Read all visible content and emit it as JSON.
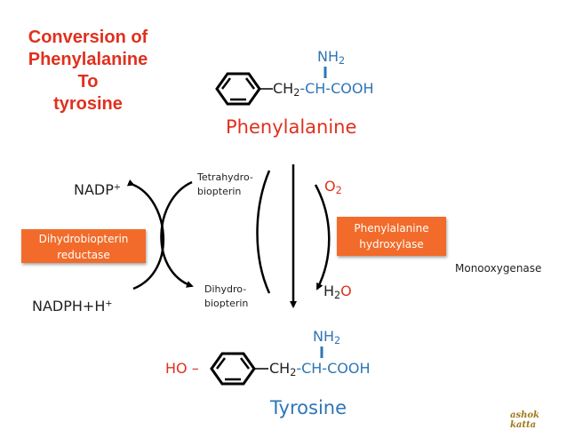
{
  "title": {
    "line1": "Conversion of",
    "line2": "Phenylalanine",
    "line3": "To",
    "line4": "tyrosine"
  },
  "phenylalanine": {
    "nh": "NH",
    "nh_sub": "2",
    "ch": "CH",
    "ch_sub": "2",
    "chain_rest": "-CH-COOH",
    "name": "Phenylalanine"
  },
  "tyrosine": {
    "ho": "HO –",
    "nh": "NH",
    "nh_sub": "2",
    "ch": "CH",
    "ch_sub": "2",
    "chain_rest": "-CH-COOH",
    "name": "Tyrosine"
  },
  "left_cycle": {
    "top": "NADP",
    "top_sup": "+",
    "bottom": "NADPH+H",
    "bottom_sup": "+",
    "enzyme_line1": "Dihydrobiopterin",
    "enzyme_line2": "reductase"
  },
  "cofactor": {
    "top_line1": "Tetrahydro-",
    "top_line2": "biopterin",
    "bottom_line1": "Dihydro-",
    "bottom_line2": "biopterin"
  },
  "right_cycle": {
    "o": "O",
    "o_sub": "2",
    "h": "H",
    "h_sub": "2",
    "h_tail": "O",
    "enzyme_line1": "Phenylalanine",
    "enzyme_line2": "hydroxylase",
    "enzyme_class": "Monooxygenase"
  },
  "signature": "ashok katta",
  "colors": {
    "title": "#e0301e",
    "chem_blue": "#2e75b6",
    "enzyme_box": "#f26b2a",
    "line": "#000000"
  }
}
